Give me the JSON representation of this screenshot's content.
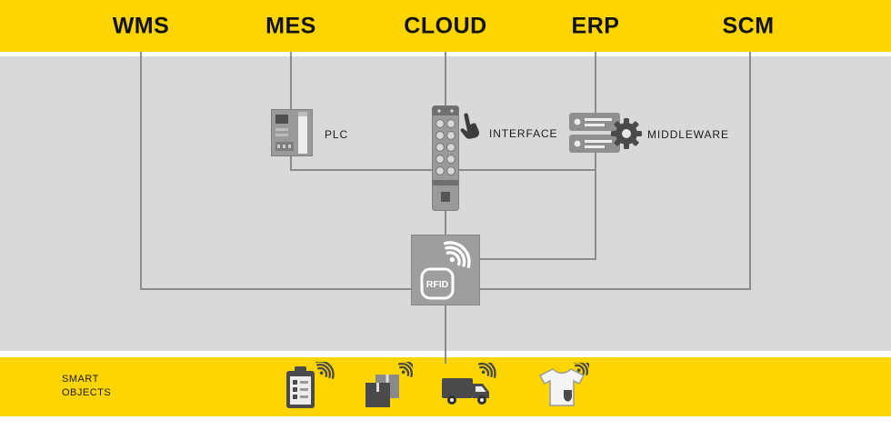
{
  "colors": {
    "accent_yellow": "#FFD500",
    "background_gray": "#D9D9D9",
    "connector_gray": "#8C8C8C",
    "device_gray": "#9A9A9A",
    "icon_dark": "#4A4A4A",
    "text_dark": "#1A1A1A"
  },
  "systems": [
    {
      "label": "WMS"
    },
    {
      "label": "MES"
    },
    {
      "label": "CLOUD"
    },
    {
      "label": "ERP"
    },
    {
      "label": "SCM"
    }
  ],
  "devices": {
    "plc": {
      "label": "PLC",
      "icon": "plc-controller-icon"
    },
    "interface": {
      "label": "INTERFACE",
      "icon": "io-module-icon",
      "pointer": "hand-tap-icon"
    },
    "middleware": {
      "label": "MIDDLEWARE",
      "icon": "server-gear-icon"
    },
    "rfid": {
      "label": "RFID",
      "icon": "rfid-reader-icon"
    }
  },
  "smart_objects": {
    "line1": "SMART",
    "line2": "OBJECTS",
    "items": [
      {
        "name": "clipboard-checklist-icon"
      },
      {
        "name": "boxes-icon"
      },
      {
        "name": "truck-icon"
      },
      {
        "name": "t-shirt-icon"
      }
    ]
  }
}
